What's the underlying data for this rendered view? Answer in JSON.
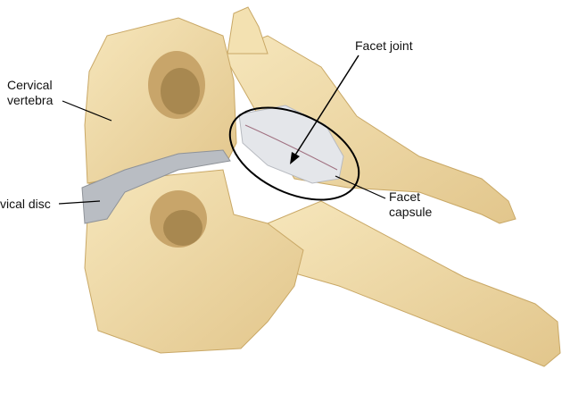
{
  "labels": {
    "cervical_vertebra": [
      "Cervical",
      "vertebra"
    ],
    "cervical_disc": "vical disc",
    "facet_joint": "Facet joint",
    "facet_capsule": [
      "Facet",
      "capsule"
    ]
  },
  "colors": {
    "bone": "#f1ddaa",
    "bone_shade": "#d8b878",
    "disc": "#b9bdc3",
    "capsule": "#e4e6ea",
    "line": "#000000"
  }
}
